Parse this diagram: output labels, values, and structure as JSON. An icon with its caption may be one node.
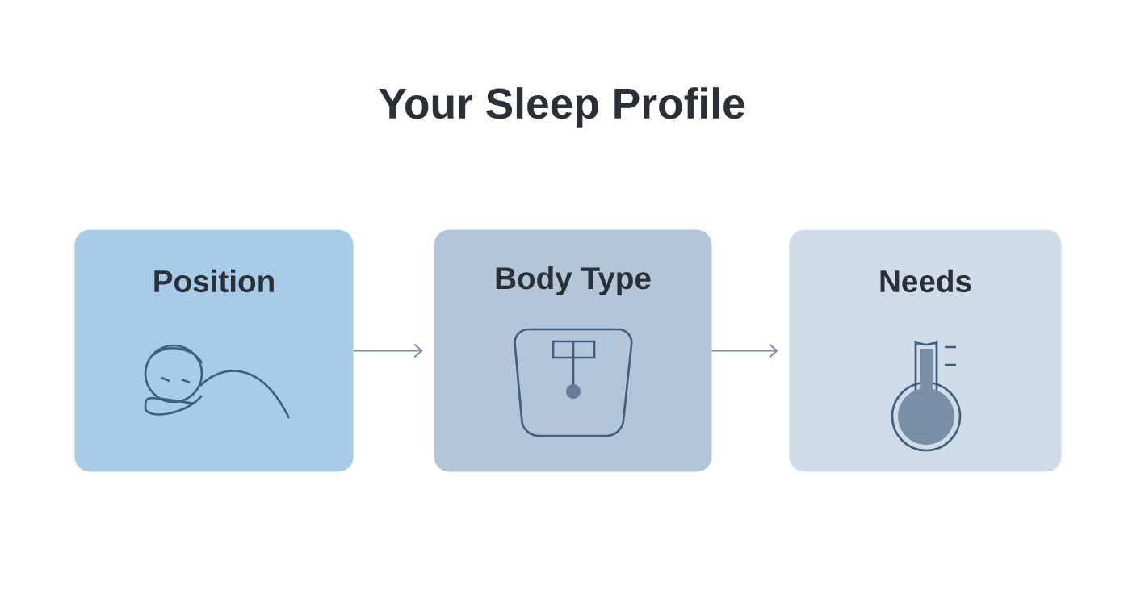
{
  "diagram": {
    "title": "Your Sleep Profile",
    "nodes": [
      {
        "text": [
          "Position"
        ]
      },
      {
        "text": [
          "Body Type"
        ]
      },
      {
        "text": [
          "Needs"
        ]
      }
    ],
    "edges": [
      {
        "from": 0,
        "to": 1,
        "arrow": "to"
      },
      {
        "from": 1,
        "to": 2,
        "arrow": "to"
      }
    ]
  }
}
